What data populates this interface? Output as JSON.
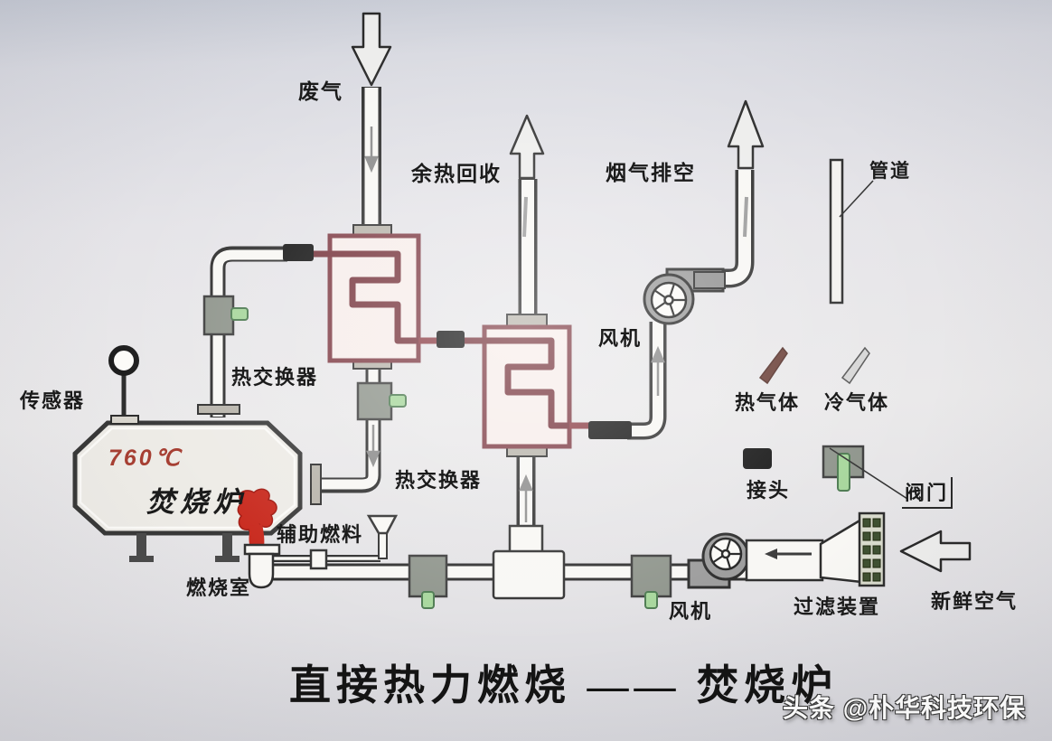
{
  "diagram": {
    "title": "直接热力燃烧 —— 焚烧炉",
    "watermark": "头条 @朴华科技环保",
    "labels": {
      "waste_gas": "废气",
      "heat_recovery": "余热回收",
      "flue_gas_exhaust": "烟气排空",
      "pipe": "管道",
      "heat_exchanger_top": "热交换器",
      "heat_exchanger_bottom": "热交换器",
      "fan_top": "风机",
      "fan_bottom": "风机",
      "sensor": "传感器",
      "temperature": "760℃",
      "incinerator": "焚烧炉",
      "auxiliary_fuel": "辅助燃料",
      "combustion_chamber": "燃烧室",
      "filter_device": "过滤装置",
      "fresh_air": "新鲜空气"
    },
    "legend": {
      "hot_gas": "热气体",
      "cold_gas": "冷气体",
      "joint": "接头",
      "valve": "阀门"
    },
    "colors": {
      "hot_line": "#8a3c44",
      "coil": "#76343c",
      "heat_exchanger_border": "#7e3b44",
      "flame": "#c8281c",
      "valve_handle_green": "#a6d69b",
      "temperature_text": "#a63f33",
      "joint_black": "#141414",
      "background": "#e5e4e8"
    }
  }
}
